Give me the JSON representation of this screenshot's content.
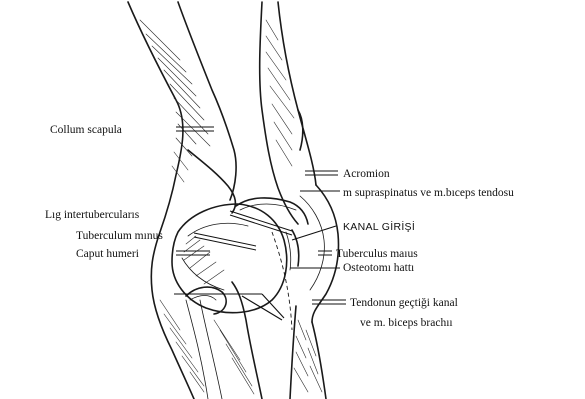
{
  "labels": {
    "collum_scapula": "Collum scapula",
    "lig_intertubercularis": "Lıg intertubercularıs",
    "tuberculum_minus": "Tuberculum mınus",
    "caput_humeri": "Caput humeri",
    "acromion": "Acromion",
    "supraspinatus_biceps": "m supraspinatus ve m.bıceps tendosu",
    "kanal_girisi": "KANAL GİRİŞİ",
    "tuberculus_maius": "Tuberculus maıus",
    "osteotomi_hatti": "Osteotomı hattı",
    "tendon_kanal_line1": "Tendonun geçtiği kanal",
    "tendon_kanal_line2": "ve m. biceps brachıı"
  },
  "colors": {
    "ink": "#1a1a1a",
    "background": "#ffffff"
  }
}
